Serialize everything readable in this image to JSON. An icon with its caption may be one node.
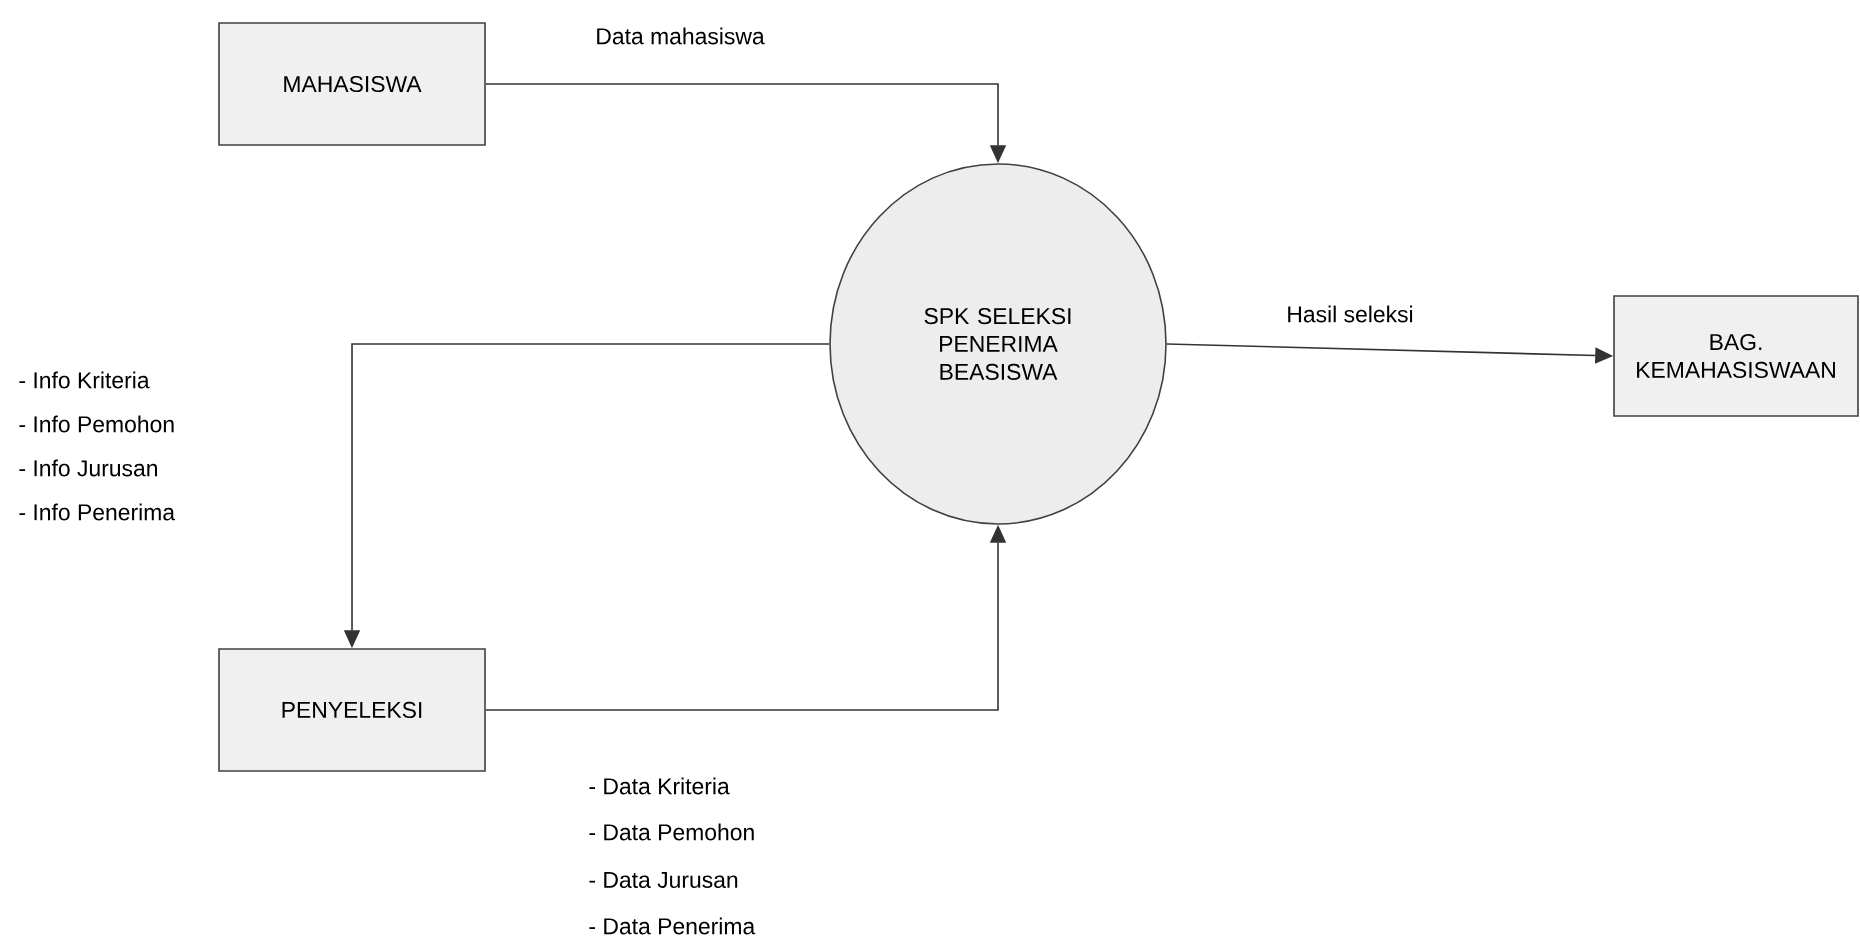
{
  "diagram": {
    "nodes": [
      {
        "text": [
          "MAHASISWA"
        ]
      },
      {
        "text": [
          "SPK SELEKSI PENERIMA BEASISWA"
        ]
      },
      {
        "text": [
          "BAG. KEMAHASISWAAN"
        ]
      },
      {
        "text": [
          "PENYELEKSI"
        ]
      }
    ],
    "edges": [
      {
        "from": 0,
        "to": 1,
        "arrow": "to",
        "label": "Data mahasiswa"
      },
      {
        "from": 1,
        "to": 2,
        "arrow": "to",
        "label": "Hasil seleksi"
      },
      {
        "from": 1,
        "to": 3,
        "arrow": "to"
      },
      {
        "from": 3,
        "to": 1,
        "arrow": "to"
      }
    ],
    "labels": [
      "- Info Kriteria",
      "- Info Pemohon",
      "- Info Jurusan",
      "- Info Penerima",
      "- Data Kriteria",
      "- Data Pemohon",
      "- Data Jurusan",
      "- Data Penerima"
    ]
  }
}
